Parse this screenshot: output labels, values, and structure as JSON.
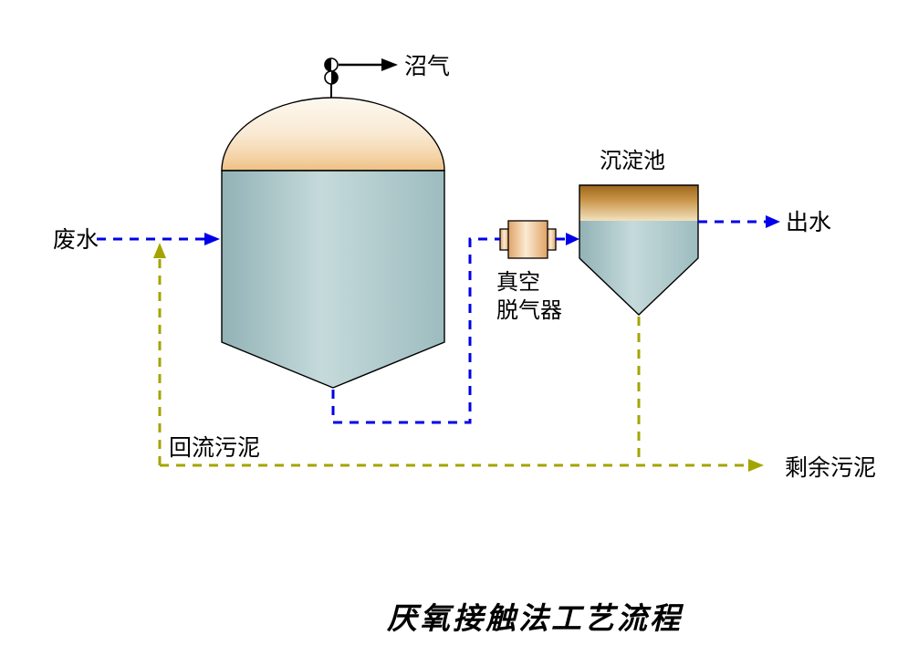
{
  "title": "厌氧接触法工艺流程",
  "labels": {
    "wastewater": "废水",
    "biogas": "沼气",
    "settler": "沉淀池",
    "effluent": "出水",
    "degasser_line1": "真空",
    "degasser_line2": "脱气器",
    "return_sludge": "回流污泥",
    "excess_sludge": "剩余污泥"
  },
  "colors": {
    "flow_line": "#0000e8",
    "sludge_line": "#a4a400",
    "outline": "#000000",
    "dome": {
      "top": "#fdf9f0",
      "mid": "#f9e9d3",
      "low": "#f4d3a6",
      "bottom": "#eec083"
    },
    "liquid": {
      "edge1": "#92b2b6",
      "mid": "#c5dadb",
      "edge2": "#9dbcbf"
    },
    "settler_band": {
      "top": "#9c661c",
      "mid": "#c89346",
      "bottom": "#f2e2bd"
    },
    "degasser": {
      "edge": "#e0a265",
      "mid": "#fbead3"
    }
  }
}
